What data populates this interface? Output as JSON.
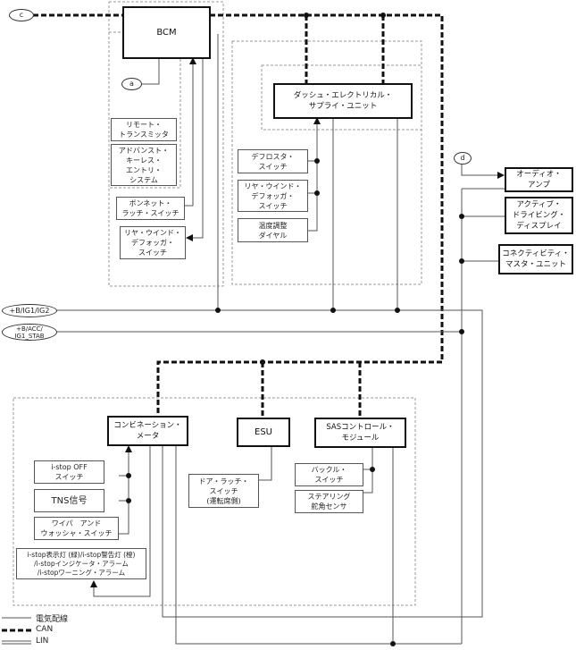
{
  "title": "CAN / LIN system wiring diagram",
  "connectors": {
    "c": "c",
    "a": "a",
    "d": "d",
    "power1": "+B/IG1/IG2",
    "power2": "+B/ACC/\nIG1_STAB"
  },
  "modules": {
    "bcm": "BCM",
    "dash_supply": "ダッシュ・エレクトリカル・\nサプライ・ユニット",
    "audio_amp": "オーディオ・\nアンプ",
    "active_display": "アクティブ・\nドライビング・\nディスプレイ",
    "connectivity_master": "コネクティビティ・\nマスタ・ユニット",
    "combination_meter": "コンビネーション・\nメータ",
    "esu": "ESU",
    "sas_module": "SASコントロール・\nモジュール"
  },
  "inputs": {
    "remote_transmitter": "リモート・\nトランスミッタ",
    "advanced_keyless": "アドバンスト・\nキーレス・\nエントリ・\nシステム",
    "bonnet_latch": "ボンネット・\nラッチ・スイッチ",
    "rear_defogger_bcm": "リヤ・ウインド・\nデフォッガ・\nスイッチ",
    "defroster_switch": "デフロスタ・\nスイッチ",
    "rear_defogger_dash": "リヤ・ウインド・\nデフォッガ・\nスイッチ",
    "temp_dial": "温度調整\nダイヤル",
    "istop_off": "i-stop OFF\nスイッチ",
    "tns_signal": "TNS信号",
    "wiper_washer": "ワイパ　アンド\nウォッシャ・スイッチ",
    "istop_lamps": "i-stop表示灯 (緑)/i-stop警告灯 (橙)\n/i-stopインジケータ・アラーム\n/i-stopワーニング・アラーム",
    "door_latch": "ドア・ラッチ・\nスイッチ\n(運転席側)",
    "buckle_switch": "バックル・\nスイッチ",
    "steering_sensor": "ステアリング\n舵角センサ"
  },
  "legend": [
    {
      "style": "solid",
      "label": "電気配線"
    },
    {
      "style": "dashed",
      "label": "CAN"
    },
    {
      "style": "double",
      "label": "LIN"
    }
  ]
}
